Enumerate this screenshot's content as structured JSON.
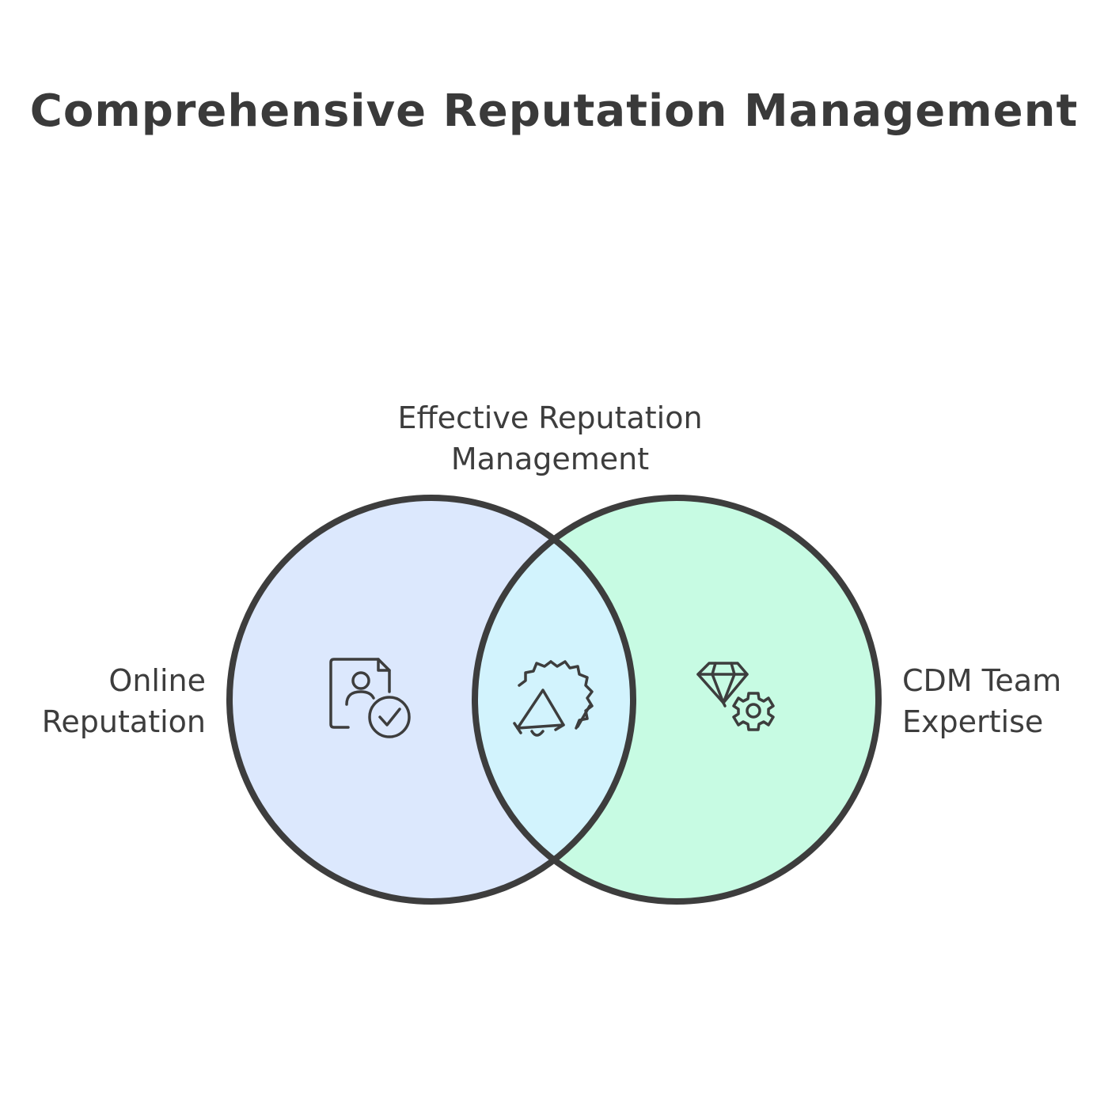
{
  "title": "Comprehensive Reputation Management",
  "sets": [
    {
      "id": "left",
      "label_lines": [
        "Online",
        "Reputation"
      ],
      "icon": "profile-check-icon",
      "fill": "#dce8fd"
    },
    {
      "id": "right",
      "label_lines": [
        "CDM Team",
        "Expertise"
      ],
      "icon": "gem-gear-icon",
      "fill": "#c7fbe3"
    }
  ],
  "intersection": {
    "label_lines": [
      "Effective Reputation",
      "Management"
    ],
    "icon": "megaphone-badge-icon",
    "fill": "#d2f3fd"
  },
  "colors": {
    "outline": "#3d3d3d",
    "text": "#3d3d3d"
  }
}
